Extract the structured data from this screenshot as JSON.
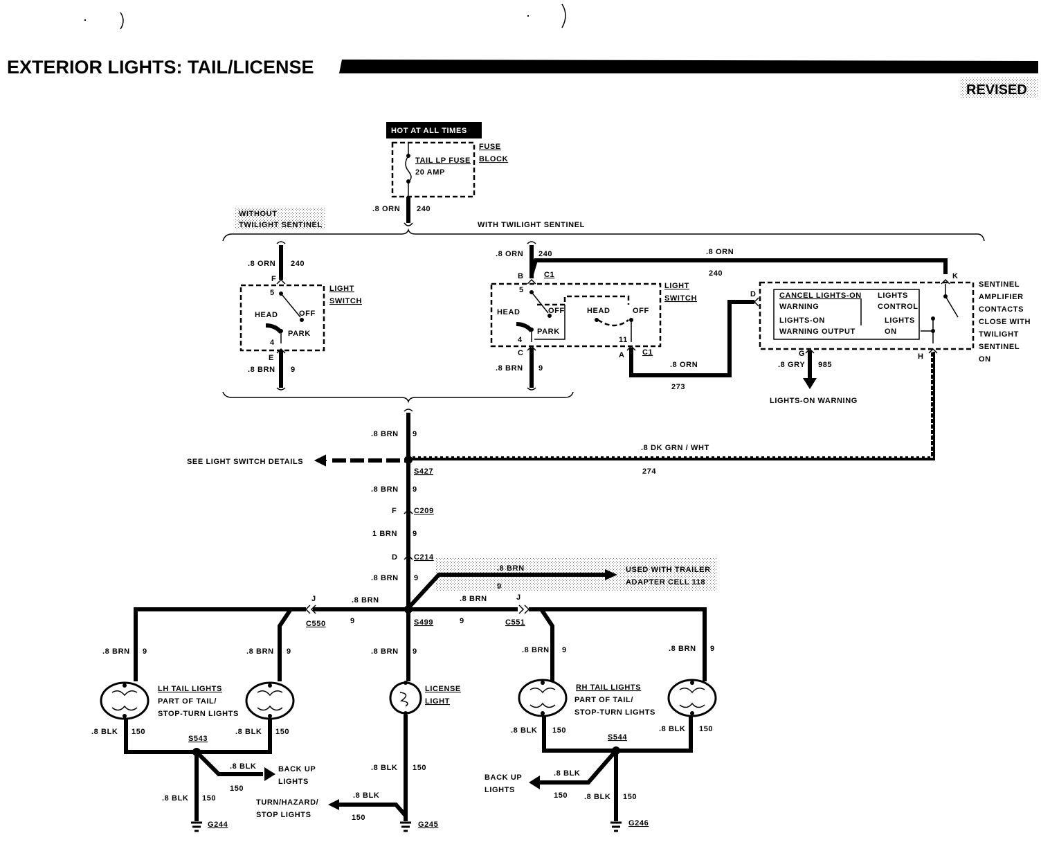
{
  "header": {
    "title": "EXTERIOR LIGHTS: TAIL/LICENSE",
    "revised": "REVISED"
  },
  "fuse": {
    "hot_label": "HOT AT ALL TIMES",
    "fuse_name": "TAIL LP FUSE",
    "fuse_rating": "20 AMP",
    "block_label_1": "FUSE",
    "block_label_2": "BLOCK",
    "out_wire": ".8 ORN",
    "out_circuit": "240"
  },
  "without_sentinel": {
    "title_1": "WITHOUT",
    "title_2": "TWILIGHT SENTINEL",
    "in_wire": ".8 ORN",
    "in_circuit": "240",
    "pin_top": "F",
    "switch_label_1": "LIGHT",
    "switch_label_2": "SWITCH",
    "contact_top": "5",
    "pos_head": "HEAD",
    "pos_off": "OFF",
    "pos_park": "PARK",
    "contact_bottom": "4",
    "pin_bottom": "E",
    "out_wire": ".8 BRN",
    "out_circuit": "9"
  },
  "with_sentinel": {
    "title": "WITH TWILIGHT SENTINEL",
    "in_wire": ".8 ORN",
    "in_circuit": "240",
    "pin_b": "B",
    "conn_c1_top": "C1",
    "top_wire": ".8 ORN",
    "top_circuit": "240",
    "pin_k": "K",
    "switch_label_1": "LIGHT",
    "switch_label_2": "SWITCH",
    "contact_5": "5",
    "pos_head": "HEAD",
    "pos_off": "OFF",
    "pos_park": "PARK",
    "pos_head_2": "HEAD",
    "pos_off_2": "OFF",
    "contact_4": "4",
    "contact_11": "11",
    "pin_c": "C",
    "pin_a": "A",
    "conn_c1_bottom": "C1",
    "out_wire": ".8 BRN",
    "out_circuit": "9",
    "a_wire": ".8 ORN",
    "a_circuit": "273",
    "pin_d": "D",
    "amp_cancel_1": "CANCEL LIGHTS-ON",
    "amp_cancel_2": "WARNING",
    "amp_lights_on_1": "LIGHTS-ON",
    "amp_lights_on_2": "WARNING OUTPUT",
    "amp_control_1": "LIGHTS",
    "amp_control_2": "CONTROL",
    "amp_ctrl_on_1": "LIGHTS",
    "amp_ctrl_on_2": "ON",
    "amp_note": [
      "SENTINEL",
      "AMPLIFIER",
      "CONTACTS",
      "CLOSE WITH",
      "TWILIGHT",
      "SENTINEL",
      "ON"
    ],
    "pin_g": "G",
    "g_wire": ".8 GRY",
    "g_circuit": "985",
    "g_dest": "LIGHTS-ON WARNING",
    "pin_h": "H"
  },
  "trunk": {
    "wire_1": ".8 BRN",
    "circuit_1": "9",
    "see_details": "SEE LIGHT SWITCH DETAILS",
    "h_wire": ".8 DK GRN / WHT",
    "h_circuit": "274",
    "splice_1": "S427",
    "wire_2": ".8 BRN",
    "circuit_2": "9",
    "pin_f": "F",
    "conn_1": "C209",
    "wire_3": "1 BRN",
    "circuit_3": "9",
    "pin_d": "D",
    "conn_2": "C214",
    "wire_4": ".8 BRN",
    "circuit_4": "9",
    "trailer_wire": ".8 BRN",
    "trailer_circuit": "9",
    "trailer_note_1": "USED WITH TRAILER",
    "trailer_note_2": "ADAPTER CELL 118",
    "splice_2": "S499"
  },
  "left_branch": {
    "wire": ".8 BRN",
    "circuit": "9",
    "pin": "J",
    "conn": "C550",
    "lamp1_wire": ".8 BRN",
    "lamp1_circuit": "9",
    "lamp2_wire": ".8 BRN",
    "lamp2_circuit": "9",
    "label_1": "LH TAIL LIGHTS",
    "label_2": "PART OF TAIL/",
    "label_3": "STOP-TURN LIGHTS",
    "gnd1_wire": ".8 BLK",
    "gnd1_circuit": "150",
    "gnd2_wire": ".8 BLK",
    "gnd2_circuit": "150",
    "splice": "S543",
    "backup_wire": ".8 BLK",
    "backup_circuit": "150",
    "backup_1": "BACK UP",
    "backup_2": "LIGHTS",
    "ground_wire": ".8 BLK",
    "ground_circuit": "150",
    "ground": "G244"
  },
  "center_branch": {
    "wire": ".8 BRN",
    "circuit": "9",
    "label_1": "LICENSE",
    "label_2": "LIGHT",
    "gnd_wire": ".8 BLK",
    "gnd_circuit": "150",
    "turn_wire": ".8 BLK",
    "turn_circuit": "150",
    "turn_1": "TURN/HAZARD/",
    "turn_2": "STOP LIGHTS",
    "ground": "G245"
  },
  "right_branch": {
    "wire": ".8 BRN",
    "circuit": "9",
    "pin": "J",
    "conn": "C551",
    "lamp1_wire": ".8 BRN",
    "lamp1_circuit": "9",
    "lamp2_wire": ".8 BRN",
    "lamp2_circuit": "9",
    "label_1": "RH TAIL LIGHTS",
    "label_2": "PART OF TAIL/",
    "label_3": "STOP-TURN LIGHTS",
    "gnd1_wire": ".8 BLK",
    "gnd1_circuit": "150",
    "gnd2_wire": ".8 BLK",
    "gnd2_circuit": "150",
    "splice": "S544",
    "backup_wire": ".8 BLK",
    "backup_circuit": "150",
    "backup_1": "BACK UP",
    "backup_2": "LIGHTS",
    "ground_wire": ".8 BLK",
    "ground_circuit": "150",
    "ground": "G246"
  }
}
